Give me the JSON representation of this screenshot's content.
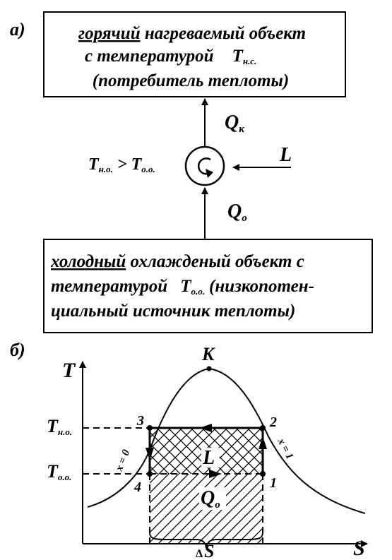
{
  "part_a": {
    "label": "а)",
    "hot_box": {
      "line1_underlined": "горячий",
      "line1_rest": " нагреваемый объект",
      "line2_prefix": "с температурой",
      "line2_symbol": "T",
      "line2_sub": "н.с.",
      "line3": "(потребитель теплоты)"
    },
    "heat_out": {
      "symbol": "Q",
      "sub": "к"
    },
    "work": {
      "symbol": "L"
    },
    "heat_in": {
      "symbol": "Q",
      "sub": "о"
    },
    "relation": {
      "left_sym": "T",
      "left_sub": "н.о.",
      "op": " > ",
      "right_sym": "T",
      "right_sub": "о.о."
    },
    "cold_box": {
      "line1_underlined": "холодный",
      "line1_rest": " охлажденый объект с",
      "line2_prefix": "температурой",
      "line2_symbol": "T",
      "line2_sub": "о.о.",
      "line2_suffix": "(низкопотен-",
      "line3": "циальный источник теплоты)"
    }
  },
  "part_b": {
    "label": "б)",
    "y_axis": "T",
    "x_axis": "S",
    "critical_point": "K",
    "t_high": {
      "symbol": "T",
      "sub": "н.о."
    },
    "t_low": {
      "symbol": "T",
      "sub": "о.о."
    },
    "points": [
      "1",
      "2",
      "3",
      "4"
    ],
    "work_label": "L",
    "heat_label": {
      "symbol": "Q",
      "sub": "о"
    },
    "curve_left": "x = 0",
    "curve_right": "x = 1",
    "delta_s": {
      "symbol": "Δ",
      "text": "S"
    }
  },
  "colors": {
    "ink": "#000000",
    "paper": "#ffffff"
  }
}
